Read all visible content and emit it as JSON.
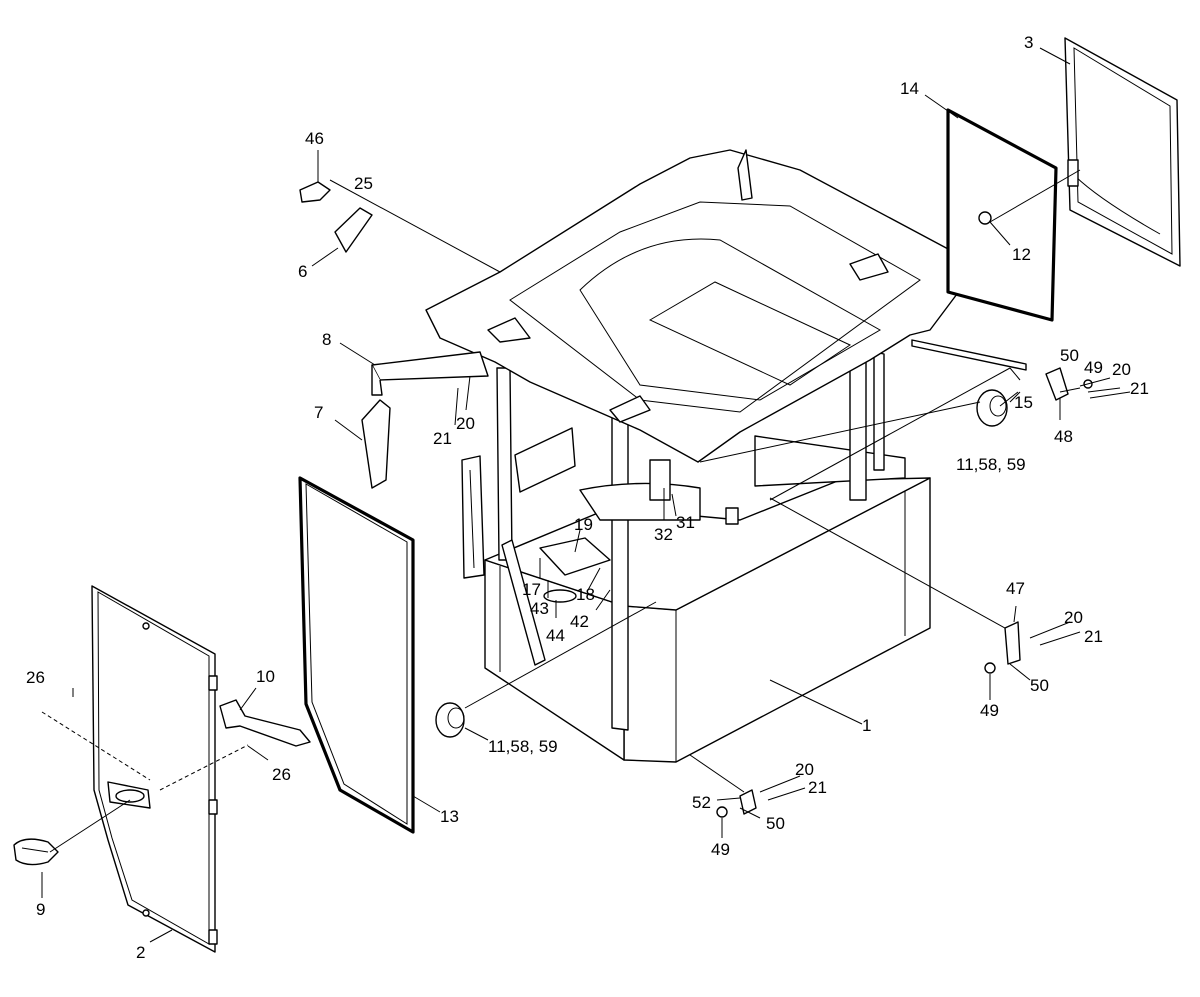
{
  "labels": {
    "l1": "1",
    "l2": "2",
    "l3": "3",
    "l6": "6",
    "l7": "7",
    "l8": "8",
    "l9": "9",
    "l10": "10",
    "l12": "12",
    "l13": "13",
    "l14": "14",
    "l15": "15",
    "l17": "17",
    "l18": "18",
    "l19": "19",
    "l20a": "20",
    "l20b": "20",
    "l20c": "20",
    "l20d": "20",
    "l21a": "21",
    "l21b": "21",
    "l21c": "21",
    "l21d": "21",
    "l25": "25",
    "l26a": "26",
    "l26b": "26",
    "l31": "31",
    "l32": "32",
    "l42": "42",
    "l43": "43",
    "l44": "44",
    "l46": "46",
    "l47": "47",
    "l48": "48",
    "l49a": "49",
    "l49b": "49",
    "l49c": "49",
    "l50a": "50",
    "l50b": "50",
    "l50c": "50",
    "l52": "52",
    "l11a": "11,58, 59",
    "l11b": "11,58, 59"
  }
}
